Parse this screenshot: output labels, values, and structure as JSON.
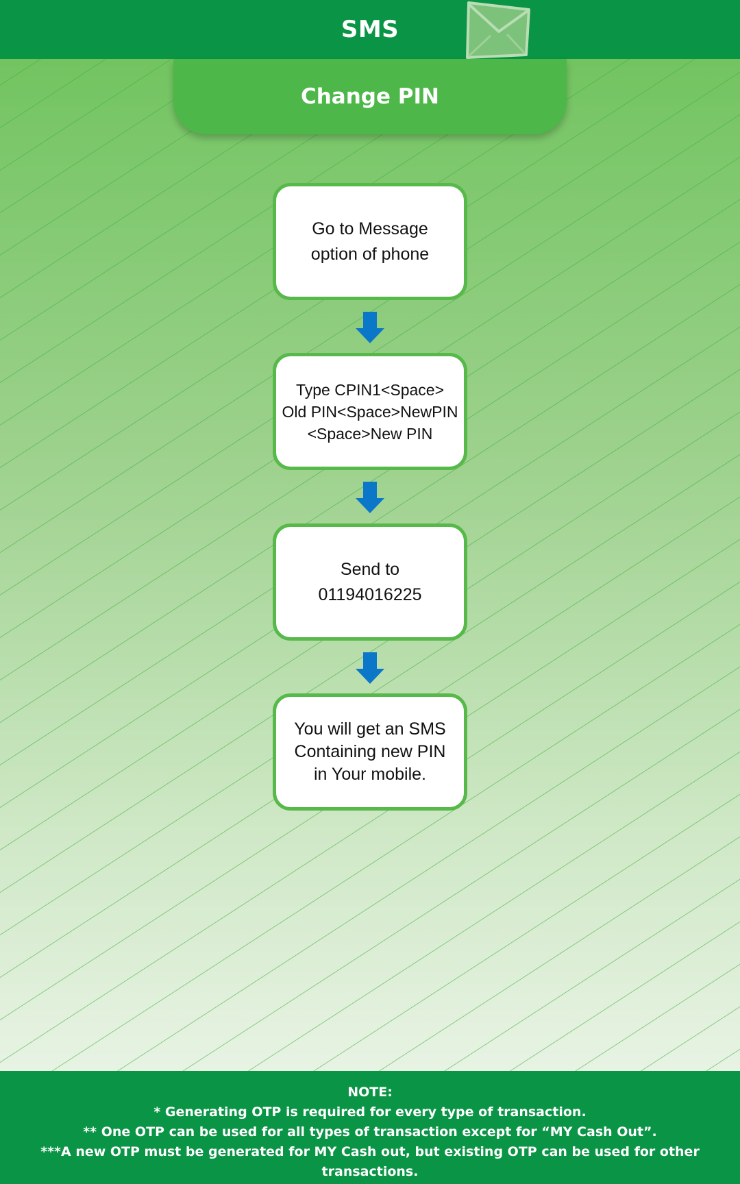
{
  "header": {
    "title": "SMS",
    "icon": "envelope-icon"
  },
  "section": {
    "title": "Change PIN"
  },
  "steps": [
    {
      "text": "Go to Message\noption of phone"
    },
    {
      "text": "Type CPIN1<Space>\nOld PIN<Space>NewPIN\n<Space>New PIN"
    },
    {
      "text": "Send to\n01194016225"
    },
    {
      "text": "You will get an SMS\nContaining new PIN\nin Your mobile."
    }
  ],
  "note": {
    "title": "NOTE:",
    "lines": [
      "* Generating OTP is required for every type of transaction.",
      "** One OTP can be used for all types of transaction except for “MY Cash Out”.",
      "***A new OTP must be generated for MY Cash out, but existing OTP can be used for other transactions."
    ]
  },
  "colors": {
    "header_green": "#0a9445",
    "tab_green": "#4db849",
    "box_border": "#56b949",
    "arrow_blue": "#0a77c9"
  }
}
